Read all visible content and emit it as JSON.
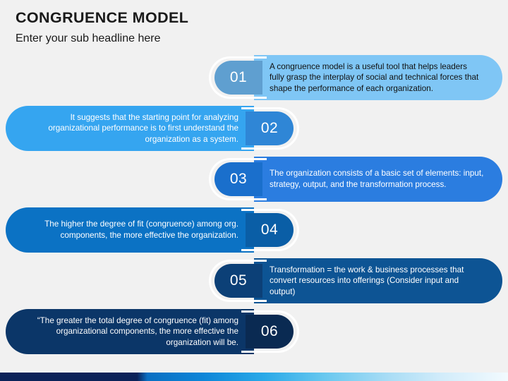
{
  "header": {
    "title": "CONGRUENCE MODEL",
    "subtitle": "Enter your sub headline here"
  },
  "colors": {
    "background": "#f1f1f1",
    "row1": "#7fc6f5",
    "row2": "#35a5f0",
    "row3": "#2b7de0",
    "row4": "#0b72c4",
    "row5": "#0d5494",
    "row6": "#0b3668",
    "badge1": "#5f9fd0",
    "badge2": "#2f86d6",
    "badge3": "#1a6fcc",
    "badge4": "#0a5ea6",
    "badge5": "#0c4077",
    "badge6": "#0a2a52",
    "ring": "#ffffff",
    "footer_start": "#0b2259",
    "footer_end": "#f2fafe"
  },
  "steps": [
    {
      "number": "01",
      "side": "right",
      "text": "A congruence model is a useful tool that helps leaders fully grasp the interplay of social and technical forces that shape the performance of each organization.",
      "bar_color": "#7fc6f5",
      "badge_color": "#5f9fd0",
      "text_color": "#111111"
    },
    {
      "number": "02",
      "side": "left",
      "text": "It suggests that the starting point for analyzing organizational performance is to first understand the organization as a system.",
      "bar_color": "#35a5f0",
      "badge_color": "#2f86d6",
      "text_color": "#ffffff"
    },
    {
      "number": "03",
      "side": "right",
      "text": "The organization consists of a basic set of elements: input, strategy, output, and the transformation process.",
      "bar_color": "#2b7de0",
      "badge_color": "#1a6fcc",
      "text_color": "#ffffff"
    },
    {
      "number": "04",
      "side": "left",
      "text": "The higher the degree of fit (congruence) among org. components, the more effective the organization.",
      "bar_color": "#0b72c4",
      "badge_color": "#0a5ea6",
      "text_color": "#ffffff"
    },
    {
      "number": "05",
      "side": "right",
      "text": "Transformation = the work & business processes that convert resources into offerings (Consider input and output)",
      "bar_color": "#0d5494",
      "badge_color": "#0c4077",
      "text_color": "#ffffff"
    },
    {
      "number": "06",
      "side": "left",
      "text": "“The greater the total degree of congruence (fit) among organizational components, the more effective the organization will be.",
      "bar_color": "#0b3668",
      "badge_color": "#0a2a52",
      "text_color": "#ffffff"
    }
  ]
}
